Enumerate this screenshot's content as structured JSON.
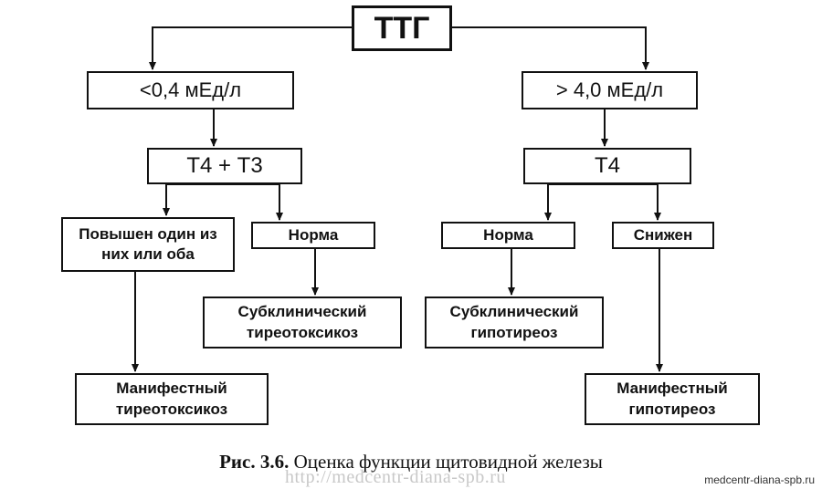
{
  "nodes": {
    "root": "ТТГ",
    "low": "<0,4 мЕд/л",
    "high": "> 4,0 мЕд/л",
    "t4t3": "Т4 + Т3",
    "t4": "Т4",
    "elevated": "Повышен один из них или оба",
    "normal_left": "Норма",
    "normal_right": "Норма",
    "decreased": "Снижен",
    "subclinical_thyrotoxicosis": "Субклинический тиреотоксикоз",
    "subclinical_hypothyroidism": "Субклинический гипотиреоз",
    "manifest_thyrotoxicosis": "Манифестный тиреотоксикоз",
    "manifest_hypothyroidism": "Манифестный гипотиреоз"
  },
  "caption": {
    "label": "Рис. 3.6.",
    "text": "Оценка функции щитовидной железы"
  },
  "watermark": {
    "url": "http://medcentr-diana-spb.ru",
    "site": "medcentr-diana-spb.ru"
  }
}
